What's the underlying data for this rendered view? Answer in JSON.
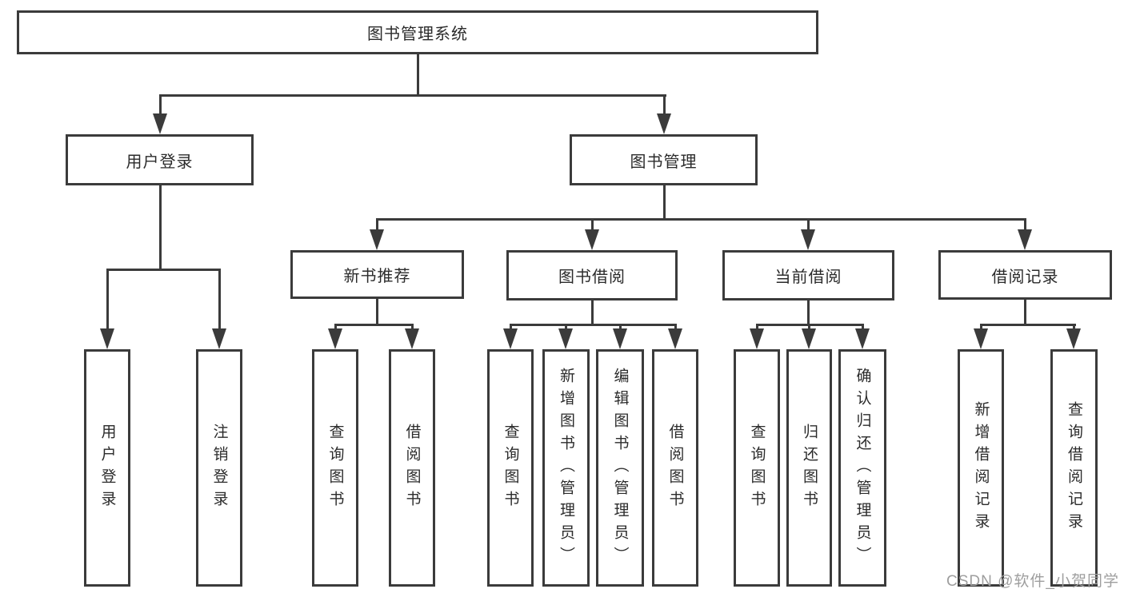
{
  "diagram_title": "图书管理系统",
  "tree": {
    "root": "图书管理系统",
    "level2": [
      "用户登录",
      "图书管理"
    ],
    "level3": [
      "新书推荐",
      "图书借阅",
      "当前借阅",
      "借阅记录"
    ],
    "leaves": {
      "user_login": [
        "用户登录",
        "注销登录"
      ],
      "new_book": [
        "查询图书",
        "借阅图书"
      ],
      "book_borrow": [
        "查询图书",
        "新增图书（管理员）",
        "编辑图书（管理员）",
        "借阅图书"
      ],
      "current_borrow": [
        "查询图书",
        "归还图书",
        "确认归还（管理员）"
      ],
      "borrow_record": [
        "新增借阅记录",
        "查询借阅记录"
      ]
    }
  },
  "watermark": "CSDN @软件_小贺同学",
  "colors": {
    "line": "#3b3b3b",
    "text": "#2b2b2b",
    "watermark": "#9e9e9e",
    "background": "#ffffff"
  }
}
